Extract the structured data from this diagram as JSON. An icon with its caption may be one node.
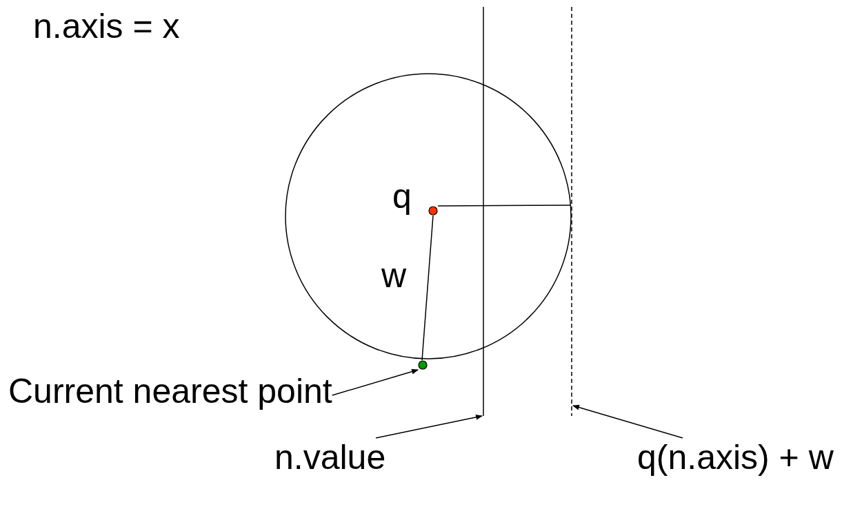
{
  "diagram": {
    "nodes": [
      {
        "text": [],
        "shape": "circle"
      },
      {
        "text": [],
        "shape": "circle",
        "in": 0,
        "beside": [
          "q"
        ]
      },
      {
        "text": [],
        "shape": "circle"
      },
      {
        "text": [],
        "shape": "line"
      },
      {
        "text": [],
        "shape": "line"
      },
      {
        "text": [
          "Current nearest point"
        ]
      },
      {
        "text": [
          "n.value"
        ]
      },
      {
        "text": [
          "q(n.axis) + w"
        ]
      }
    ],
    "edges": [
      {
        "from": 1,
        "to": 2,
        "arrow": "none",
        "label": "w"
      },
      {
        "from": 1,
        "to": 4,
        "arrow": "none"
      },
      {
        "from": 5,
        "to": 2,
        "arrow": "to"
      },
      {
        "from": 6,
        "to": 3,
        "arrow": "to"
      },
      {
        "from": 7,
        "to": 4,
        "arrow": "to"
      }
    ],
    "labels": [
      "n.axis = x"
    ]
  }
}
